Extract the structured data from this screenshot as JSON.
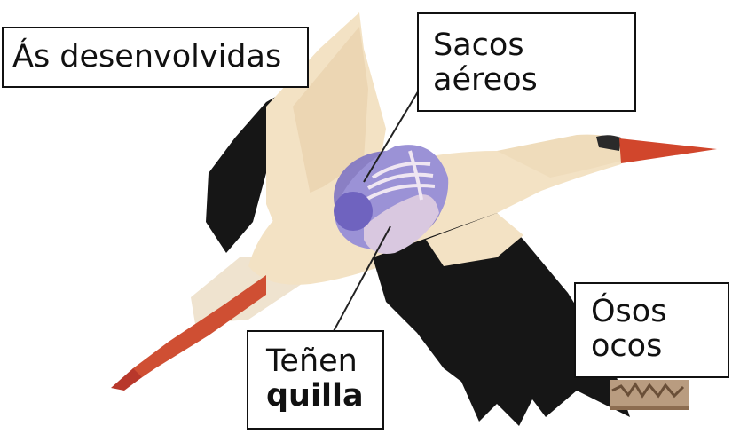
{
  "labels": {
    "wings": "Ás desenvolvidas",
    "air_sacs_line1": "Sacos",
    "air_sacs_line2": "aéreos",
    "keel_line1": "Teñen",
    "keel_line2": "quilla",
    "bones_line1": "Ósos",
    "bones_line2": "ocos"
  },
  "colors": {
    "plumage": "#f3e2c4",
    "wing_black": "#161616",
    "beak": "#d1462c",
    "legs": "#cf4f33",
    "air_sac": "#7e74c4",
    "lung": "#c9b0d6",
    "bone": "#b99c80"
  }
}
